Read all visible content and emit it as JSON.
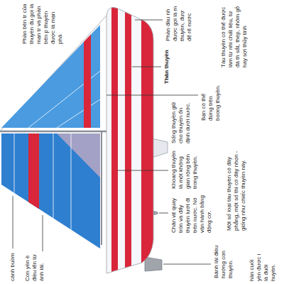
{
  "diagram": {
    "labels": [
      "Phần bên tr của thuyền đu gọi là mạn tr và phần bên p thuyền được là mạn phả",
      "Phần đầu nh được gọi là m thuyền, đượ để rẽ nước",
      "Tàu thuyền có thể được làm từ nhi chất liệu, từ đá th sắt, thép, nhôm gỗ hay sợi thủy tinh",
      "Thân thuyền",
      "Bạn có thể đứng trên boong thuyền.",
      "Sống thuyền giữ cho thuyền ổn định dưới nước.",
      "Khoang thuyền là một không gian rộng bên trong thuyền.",
      "Một số loại tàu thuyền có đáy phẳng, một số thì có đáy nhọn - giống như chiếc thuyền này.",
      "Chân vịt quay tròn và đẩy thuyền lướt đi trên nước. Nó vận hành bằng động cơ.",
      "Bánh lái điều hướng con thuyền.",
      "hần cuối yền được i là đuôi huyền.",
      "cánh buồm",
      "Con yền ề điều iển từ ánh lái."
    ]
  }
}
